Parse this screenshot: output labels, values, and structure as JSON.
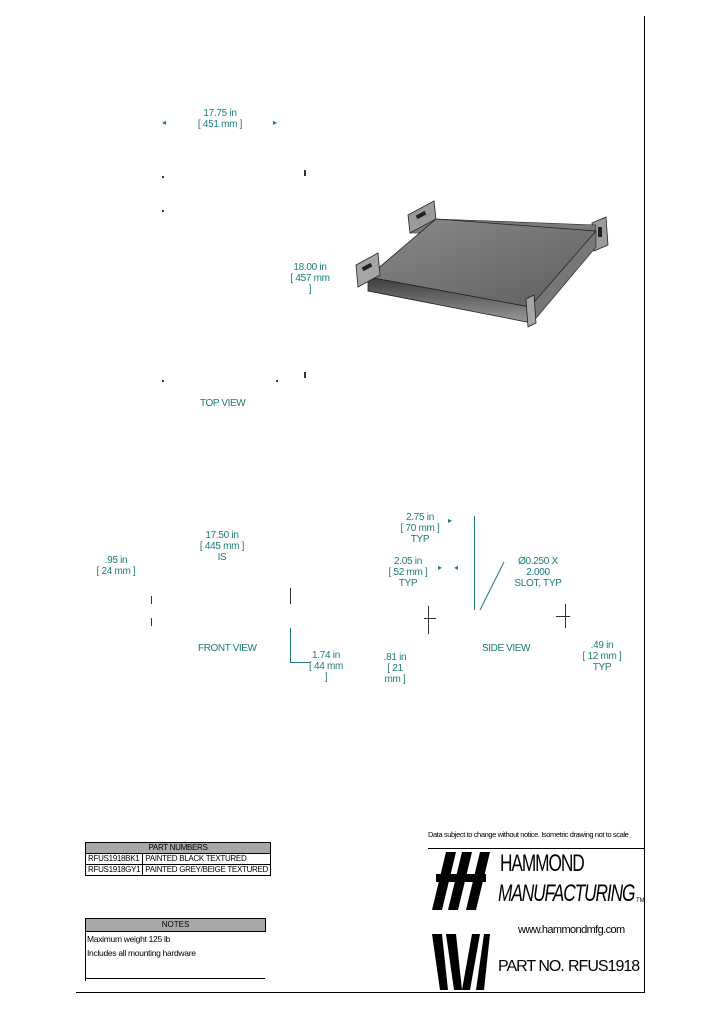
{
  "views": {
    "top_view": "TOP VIEW",
    "front_view": "FRONT VIEW",
    "side_view": "SIDE VIEW"
  },
  "dimensions": {
    "top_width": [
      "17.75 in",
      "[ 451 mm ]"
    ],
    "top_depth": [
      "18.00 in",
      "[ 457 mm ]"
    ],
    "front_width": [
      "17.50 in",
      "[ 445 mm ]",
      "IS"
    ],
    "front_left": [
      ".95 in",
      "[ 24 mm ]"
    ],
    "front_height": [
      "1.74 in",
      "[ 44 mm ]"
    ],
    "side_small": [
      ".81 in",
      "[ 21 mm ]"
    ],
    "side_top": [
      "2.75 in",
      "[ 70 mm ]",
      "TYP"
    ],
    "side_mid": [
      "2.05 in",
      "[ 52 mm ]",
      "TYP"
    ],
    "slot": [
      "Ø0.250 X 2.000",
      "SLOT, TYP"
    ],
    "side_right": [
      ".49 in",
      "[ 12 mm ]",
      "TYP"
    ]
  },
  "part_numbers": {
    "header": "PART NUMBERS",
    "rows": [
      {
        "part": "RFUS1918BK1",
        "desc": "PAINTED BLACK TEXTURED"
      },
      {
        "part": "RFUS1918GY1",
        "desc": "PAINTED GREY/BEIGE TEXTURED"
      }
    ]
  },
  "notes": {
    "header": "NOTES",
    "lines": [
      "Maximum weight 125 lb",
      "Includes all mounting hardware"
    ]
  },
  "title_block": {
    "disclaimer": "Data subject to change without notice. Isometric drawing not to scale",
    "company_line1": "HAMMOND",
    "company_line2": "MANUFACTURING",
    "tm": "TM",
    "website": "www.hammondmfg.com",
    "part_no_label": "PART NO.",
    "part_no_value": "RFUS1918"
  }
}
